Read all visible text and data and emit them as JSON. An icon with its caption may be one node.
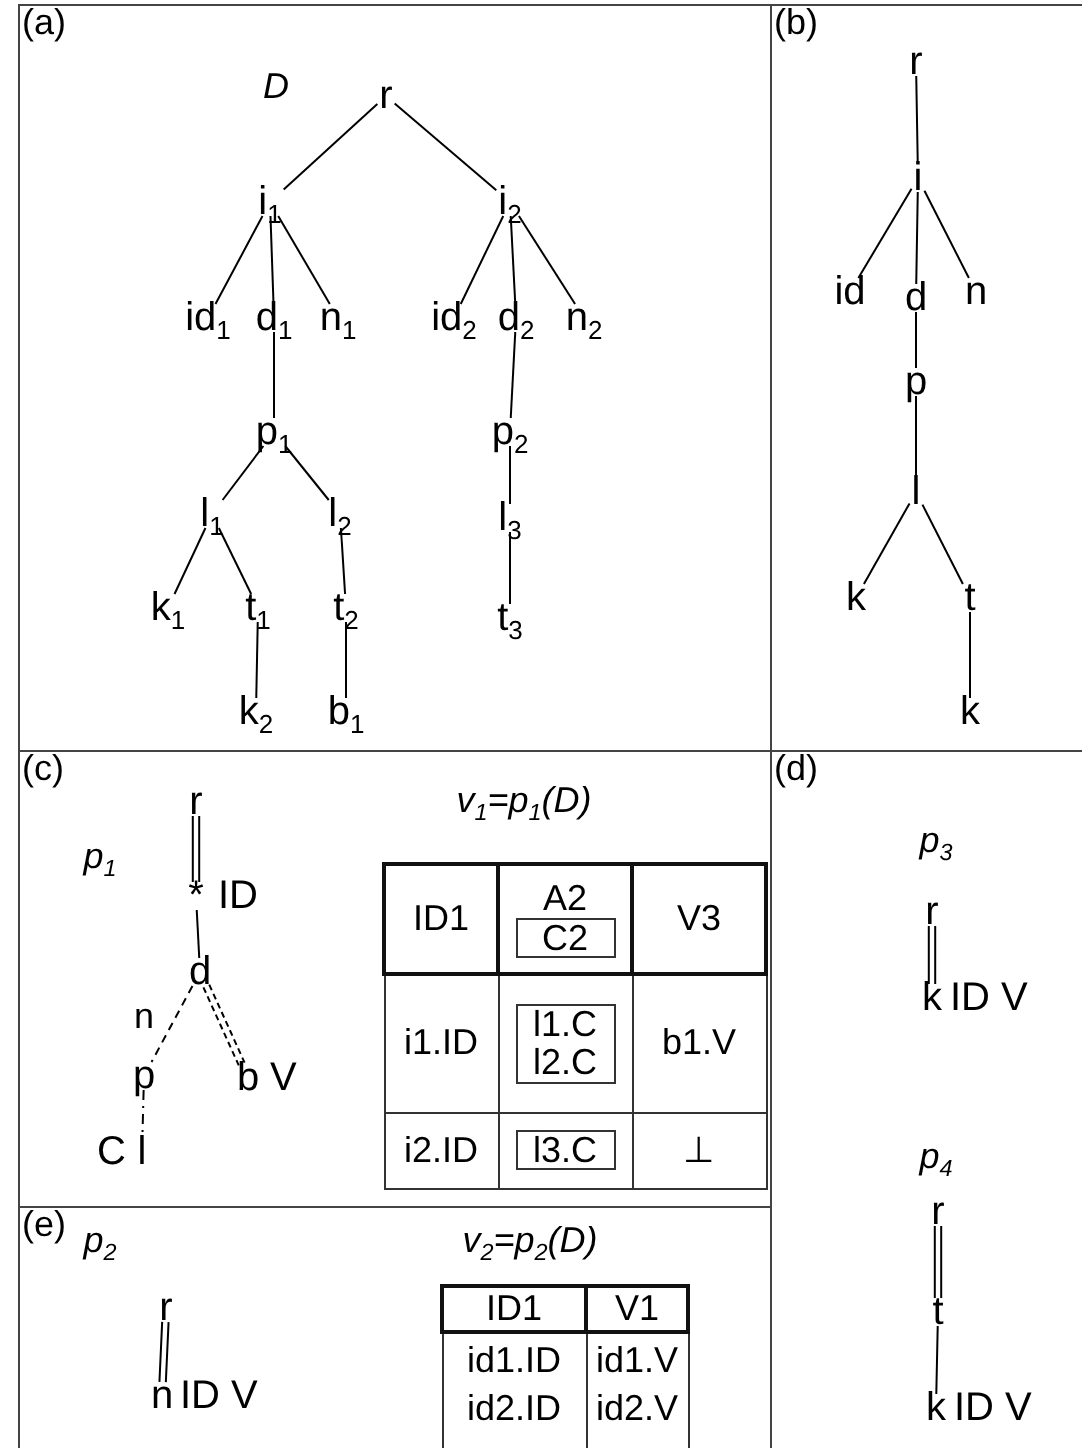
{
  "diagram": {
    "nodes": [
      {
        "text": [
          "(a)"
        ]
      },
      {
        "text": [
          "r"
        ],
        "in": 0
      },
      {
        "text": [
          "i$_{1}$"
        ],
        "in": 0
      },
      {
        "text": [
          "i$_{2}$"
        ],
        "in": 0
      },
      {
        "text": [
          "id$_{1}$"
        ],
        "in": 0
      },
      {
        "text": [
          "d$_{1}$"
        ],
        "in": 0
      },
      {
        "text": [
          "n$_{1}$"
        ],
        "in": 0
      },
      {
        "text": [
          "id$_{2}$"
        ],
        "in": 0
      },
      {
        "text": [
          "d$_{2}$"
        ],
        "in": 0
      },
      {
        "text": [
          "n$_{2}$"
        ],
        "in": 0
      },
      {
        "text": [
          "p$_{1}$"
        ],
        "in": 0
      },
      {
        "text": [
          "p$_{2}$"
        ],
        "in": 0
      },
      {
        "text": [
          "l$_{1}$"
        ],
        "in": 0
      },
      {
        "text": [
          "l$_{2}$"
        ],
        "in": 0
      },
      {
        "text": [
          "l$_{3}$"
        ],
        "in": 0
      },
      {
        "text": [
          "k$_{1}$"
        ],
        "in": 0
      },
      {
        "text": [
          "t$_{1}$"
        ],
        "in": 0
      },
      {
        "text": [
          "t$_{2}$"
        ],
        "in": 0
      },
      {
        "text": [
          "t$_{3}$"
        ],
        "in": 0
      },
      {
        "text": [
          "k$_{2}$"
        ],
        "in": 0
      },
      {
        "text": [
          "b$_{1}$"
        ],
        "in": 0
      },
      {
        "text": [
          "(b)"
        ]
      },
      {
        "text": [
          "r"
        ],
        "in": 21
      },
      {
        "text": [
          "i"
        ],
        "in": 21
      },
      {
        "text": [
          "id"
        ],
        "in": 21
      },
      {
        "text": [
          "d"
        ],
        "in": 21
      },
      {
        "text": [
          "n"
        ],
        "in": 21
      },
      {
        "text": [
          "p"
        ],
        "in": 21
      },
      {
        "text": [
          "l"
        ],
        "in": 21
      },
      {
        "text": [
          "k"
        ],
        "in": 21
      },
      {
        "text": [
          "t"
        ],
        "in": 21
      },
      {
        "text": [
          "k"
        ],
        "in": 21
      },
      {
        "text": [
          "(c)"
        ]
      },
      {
        "text": [
          "r"
        ],
        "in": 32
      },
      {
        "text": [
          "*"
        ],
        "beside": [
          "ID"
        ],
        "in": 32
      },
      {
        "text": [
          "d"
        ],
        "in": 32
      },
      {
        "text": [
          "p"
        ],
        "in": 32
      },
      {
        "text": [
          "b"
        ],
        "beside": [
          "V"
        ],
        "in": 32
      },
      {
        "text": [
          "l"
        ],
        "beside": [
          "C"
        ],
        "in": 32
      },
      {
        "text": [
          "(d)"
        ]
      },
      {
        "text": [
          "r"
        ],
        "in": 39
      },
      {
        "text": [
          "k"
        ],
        "beside": [
          "ID V"
        ],
        "in": 39
      },
      {
        "text": [
          "r"
        ],
        "in": 39
      },
      {
        "text": [
          "t"
        ],
        "in": 39
      },
      {
        "text": [
          "k"
        ],
        "beside": [
          "ID V"
        ],
        "in": 39
      },
      {
        "text": [
          "(e)"
        ]
      },
      {
        "text": [
          "r"
        ],
        "in": 45
      },
      {
        "text": [
          "n"
        ],
        "beside": [
          "ID V"
        ],
        "in": 45
      }
    ],
    "edges": [
      {
        "from": 1,
        "to": 2,
        "arrow": "none"
      },
      {
        "from": 1,
        "to": 3,
        "arrow": "none"
      },
      {
        "from": 2,
        "to": 4,
        "arrow": "none"
      },
      {
        "from": 2,
        "to": 5,
        "arrow": "none"
      },
      {
        "from": 2,
        "to": 6,
        "arrow": "none"
      },
      {
        "from": 3,
        "to": 7,
        "arrow": "none"
      },
      {
        "from": 3,
        "to": 8,
        "arrow": "none"
      },
      {
        "from": 3,
        "to": 9,
        "arrow": "none"
      },
      {
        "from": 5,
        "to": 10,
        "arrow": "none"
      },
      {
        "from": 8,
        "to": 11,
        "arrow": "none"
      },
      {
        "from": 10,
        "to": 12,
        "arrow": "none"
      },
      {
        "from": 10,
        "to": 13,
        "arrow": "none"
      },
      {
        "from": 11,
        "to": 14,
        "arrow": "none"
      },
      {
        "from": 12,
        "to": 15,
        "arrow": "none"
      },
      {
        "from": 12,
        "to": 16,
        "arrow": "none"
      },
      {
        "from": 13,
        "to": 17,
        "arrow": "none"
      },
      {
        "from": 14,
        "to": 18,
        "arrow": "none"
      },
      {
        "from": 16,
        "to": 19,
        "arrow": "none"
      },
      {
        "from": 17,
        "to": 20,
        "arrow": "none"
      },
      {
        "from": 22,
        "to": 23,
        "arrow": "none"
      },
      {
        "from": 23,
        "to": 24,
        "arrow": "none"
      },
      {
        "from": 23,
        "to": 25,
        "arrow": "none"
      },
      {
        "from": 23,
        "to": 26,
        "arrow": "none"
      },
      {
        "from": 25,
        "to": 27,
        "arrow": "none"
      },
      {
        "from": 27,
        "to": 28,
        "arrow": "none"
      },
      {
        "from": 28,
        "to": 29,
        "arrow": "none"
      },
      {
        "from": 28,
        "to": 30,
        "arrow": "none"
      },
      {
        "from": 30,
        "to": 31,
        "arrow": "none"
      },
      {
        "from": 33,
        "to": 34,
        "arrow": "none"
      },
      {
        "from": 34,
        "to": 35,
        "arrow": "none"
      },
      {
        "from": 35,
        "to": 36,
        "arrow": "none",
        "style": "dashed",
        "label": "n"
      },
      {
        "from": 35,
        "to": 37,
        "arrow": "none",
        "style": "dashed"
      },
      {
        "from": 36,
        "to": 38,
        "arrow": "none",
        "style": "dashed"
      },
      {
        "from": 40,
        "to": 41,
        "arrow": "none"
      },
      {
        "from": 42,
        "to": 43,
        "arrow": "none"
      },
      {
        "from": 43,
        "to": 44,
        "arrow": "none"
      },
      {
        "from": 46,
        "to": 47,
        "arrow": "none"
      }
    ],
    "labels": [
      "D",
      "p$_{1}$",
      "v$_{1}$=p$_{1}$(D)",
      "ID1",
      "A2",
      "C2",
      "V3",
      "i1.ID",
      "l1.C",
      "l2.C",
      "b1.V",
      "i2.ID",
      "l3.C",
      "⊥",
      "p$_{3}$",
      "p$_{4}$",
      "p$_{2}$",
      "v$_{2}$=p$_{2}$(D)",
      "ID1",
      "V1",
      "id1.ID",
      "id1.V",
      "id2.ID",
      "id2.V"
    ]
  }
}
